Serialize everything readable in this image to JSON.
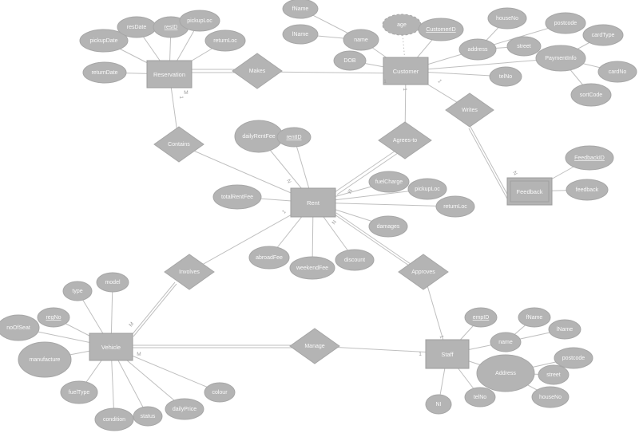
{
  "er": {
    "colors": {
      "background": "#ffffff",
      "shape_fill": "#b4b4b4",
      "shape_stroke": "#a0a0a0",
      "connector": "#bfbfbf",
      "label_text": "#fafafa",
      "cardinality_text": "#9e9e9e"
    },
    "entities": {
      "reservation": {
        "label": "Reservation",
        "type": "strong"
      },
      "customer": {
        "label": "Customer",
        "type": "strong"
      },
      "rent": {
        "label": "Rent",
        "type": "strong"
      },
      "vehicle": {
        "label": "Vehicle",
        "type": "strong"
      },
      "staff": {
        "label": "Staff",
        "type": "strong"
      },
      "feedback": {
        "label": "Feedback",
        "type": "weak"
      }
    },
    "rels": {
      "makes": {
        "label": "Makes",
        "cards": {
          "reservation": "M",
          "customer": "1"
        }
      },
      "contains": {
        "label": "Contains",
        "cards": {
          "reservation": "1",
          "rent": "N"
        }
      },
      "agrees_to": {
        "label": "Agrees-to",
        "cards": {
          "customer": "1",
          "rent": "M"
        }
      },
      "writes": {
        "label": "Writes",
        "cards": {
          "customer": "1",
          "feedback": "N"
        }
      },
      "involves": {
        "label": "Involves",
        "cards": {
          "rent": "1",
          "vehicle": "M"
        }
      },
      "manage": {
        "label": "Manage",
        "cards": {
          "vehicle": "M",
          "staff": "1"
        }
      },
      "approves": {
        "label": "Approves",
        "cards": {
          "rent": "N",
          "staff": "1"
        }
      }
    },
    "attrs": {
      "reservation": [
        {
          "label": "pickupDate"
        },
        {
          "label": "resDate"
        },
        {
          "label": "resID",
          "key": true
        },
        {
          "label": "pickupLoc"
        },
        {
          "label": "returnLoc"
        },
        {
          "label": "returnDate"
        }
      ],
      "customer": [
        {
          "label": "name",
          "composite": true
        },
        {
          "label": "fName"
        },
        {
          "label": "lName"
        },
        {
          "label": "DOB"
        },
        {
          "label": "age",
          "derived": true
        },
        {
          "label": "CustomerID",
          "key": true
        },
        {
          "label": "address",
          "composite": true
        },
        {
          "label": "houseNo"
        },
        {
          "label": "postcode"
        },
        {
          "label": "street"
        },
        {
          "label": "telNo"
        },
        {
          "label": "PaymentInfo",
          "composite": true
        },
        {
          "label": "cardType"
        },
        {
          "label": "cardNo"
        },
        {
          "label": "sortCode"
        }
      ],
      "feedback": [
        {
          "label": "FeedbackID",
          "key": true
        },
        {
          "label": "feedback"
        }
      ],
      "rent": [
        {
          "label": "dailyRentFee"
        },
        {
          "label": "rentID",
          "key": true
        },
        {
          "label": "totalRentFee"
        },
        {
          "label": "fuelCharge"
        },
        {
          "label": "pickupLoc"
        },
        {
          "label": "returnLoc"
        },
        {
          "label": "damages"
        },
        {
          "label": "discount"
        },
        {
          "label": "weekendFee"
        },
        {
          "label": "abroadFee"
        }
      ],
      "vehicle": [
        {
          "label": "model"
        },
        {
          "label": "type"
        },
        {
          "label": "regNo",
          "key": true
        },
        {
          "label": "noOfSeat"
        },
        {
          "label": "manufacture"
        },
        {
          "label": "fuelType"
        },
        {
          "label": "condition"
        },
        {
          "label": "status"
        },
        {
          "label": "dailyPrice"
        },
        {
          "label": "colour"
        }
      ],
      "staff": [
        {
          "label": "empID",
          "key": true
        },
        {
          "label": "name",
          "composite": true
        },
        {
          "label": "fName"
        },
        {
          "label": "lName"
        },
        {
          "label": "Address",
          "composite": true
        },
        {
          "label": "postcode"
        },
        {
          "label": "street"
        },
        {
          "label": "houseNo"
        },
        {
          "label": "telNo"
        },
        {
          "label": "NI"
        }
      ]
    }
  }
}
